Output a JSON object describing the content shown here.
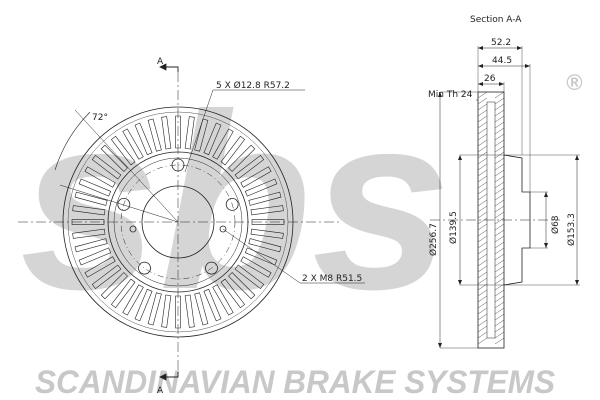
{
  "brand": {
    "logo_text": "sbs",
    "registered_mark": "®",
    "tagline": "SCANDINAVIAN BRAKE SYSTEMS"
  },
  "front_view": {
    "section_marker": "A",
    "section_marker_bottom": "A",
    "angle_label": "72°",
    "bolt_holes_label": "5 X Ø12.8 R57.2",
    "threaded_holes_label": "2 X M8 R51.5"
  },
  "section_view": {
    "title": "Section A-A",
    "min_thickness_label": "Min Th 24",
    "dim_width_total": "52.2",
    "dim_width_hub": "44.5",
    "dim_thickness": "26",
    "dim_outer_diameter": "Ø256.7",
    "dim_inner_diameter": "Ø139.5",
    "dim_center_bore": "Ø68",
    "dim_hat_diameter": "Ø153.3"
  },
  "colors": {
    "line": "#222222",
    "watermark": "#c8c8c8"
  }
}
